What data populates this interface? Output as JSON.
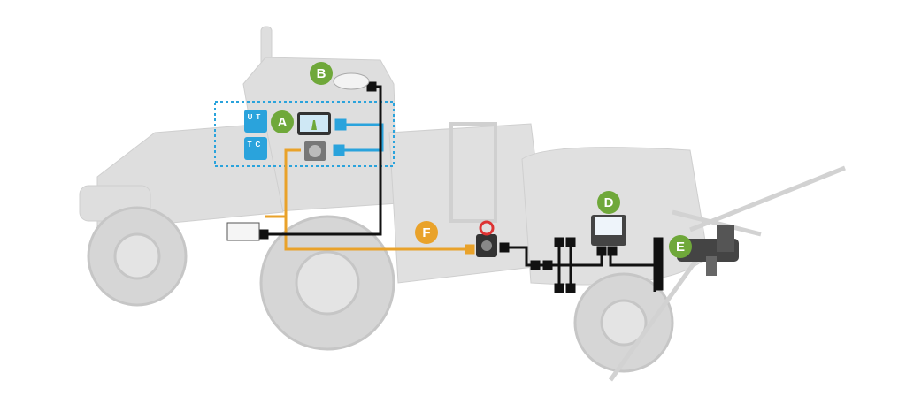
{
  "labels": {
    "A": "A",
    "B": "B",
    "D": "D",
    "E": "E",
    "F": "F",
    "ut": "UT",
    "tc": "TC"
  },
  "colors": {
    "green": "#6fa83a",
    "orange": "#e9a22a",
    "blue": "#2aa3dc",
    "cable": "#111111",
    "vehicle": "#dcdcdc"
  }
}
